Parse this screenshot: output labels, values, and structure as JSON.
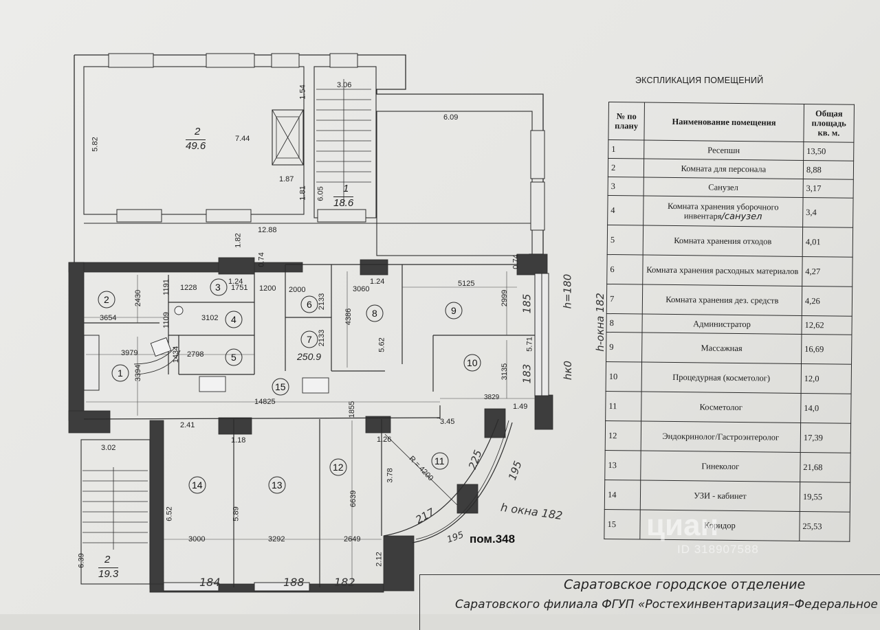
{
  "explication": {
    "title": "ЭКСПЛИКАЦИЯ ПОМЕЩЕНИЙ",
    "headers": [
      "№ по плану",
      "Наименование помещения",
      "Общая площадь кв. м."
    ],
    "rows": [
      {
        "num": "1",
        "name": "Ресепшн",
        "area": "13,50"
      },
      {
        "num": "2",
        "name": "Комната для персонала",
        "area": "8,88"
      },
      {
        "num": "3",
        "name": "Санузел",
        "area": "3,17"
      },
      {
        "num": "4",
        "name": "Комната хранения уборочного инвентаря",
        "area": "3,4"
      },
      {
        "num": "5",
        "name": "Комната хранения отходов",
        "area": "4,01"
      },
      {
        "num": "6",
        "name": "Комната хранения расходных материалов",
        "area": "4,27"
      },
      {
        "num": "7",
        "name": "Комната хранения дез. средств",
        "area": "4,26"
      },
      {
        "num": "8",
        "name": "Администратор",
        "area": "12,62"
      },
      {
        "num": "9",
        "name": "Массажная",
        "area": "16,69"
      },
      {
        "num": "10",
        "name": "Процедурная (косметолог)",
        "area": "12,0"
      },
      {
        "num": "11",
        "name": "Косметолог",
        "area": "14,0"
      },
      {
        "num": "12",
        "name": "Эндокринолог/Гастроэнтеролог",
        "area": "17,39"
      },
      {
        "num": "13",
        "name": "Гинеколог",
        "area": "21,68"
      },
      {
        "num": "14",
        "name": "УЗИ - кабинет",
        "area": "19,55"
      },
      {
        "num": "15",
        "name": "Коридор",
        "area": "25,53"
      }
    ],
    "handwritten_note": "/санузел"
  },
  "plan": {
    "premises_label": "пом.348",
    "upper_rooms": {
      "r2_label": "2",
      "r2_area": "49.6",
      "r2_width": "7.44",
      "r2_height": "5.82",
      "r1_label": "1",
      "r1_area": "18.6",
      "stair_width": "3.06",
      "stair_side": "1.54",
      "lift_w": "1.87",
      "lift_h": "1.81",
      "stair_len": "6.05",
      "right_width": "6.09",
      "corridor_len": "12.88",
      "corridor_w": "1.82"
    },
    "stair_bottom": {
      "label": "2",
      "area": "19.3",
      "dim_w": "3.02",
      "dim_h": "6.39"
    },
    "rooms": [
      {
        "id": "1",
        "dim_a": "3979",
        "dim_b": "3394"
      },
      {
        "id": "2",
        "dim_a": "3654",
        "dim_b": "2430"
      },
      {
        "id": "3",
        "dim_a": "1751",
        "dim_b": "1.24"
      },
      {
        "id": "4",
        "dim_a": "3102",
        "dim_b": "1109"
      },
      {
        "id": "5",
        "dim_a": "2798",
        "dim_b": "1434"
      },
      {
        "id": "6",
        "dim_a": "2000",
        "dim_b": "2133"
      },
      {
        "id": "7",
        "dim_a": "250.9",
        "dim_b": "2133"
      },
      {
        "id": "8",
        "dim_a": "3060",
        "dim_b": "4386"
      },
      {
        "id": "9",
        "dim_a": "5125",
        "dim_b": "2999"
      },
      {
        "id": "10",
        "dim_a": "3829",
        "dim_b": "3135"
      },
      {
        "id": "11",
        "dim_a": "R = 4200",
        "dim_b": "3.78"
      },
      {
        "id": "12",
        "dim_a": "2649",
        "dim_b": "6639"
      },
      {
        "id": "13",
        "dim_a": "3292",
        "dim_b": "5.89"
      },
      {
        "id": "14",
        "dim_a": "3000",
        "dim_b": "6.52"
      },
      {
        "id": "15",
        "dim_a": "14825",
        "dim_b": "1855"
      }
    ],
    "misc_dims": {
      "d1228": "1228",
      "d1191": "1191",
      "d1200": "1200",
      "d074a": "0.74",
      "d124b": "1.24",
      "d074b": "0.74",
      "d562": "5.62",
      "d571": "5.71",
      "d149": "1.49",
      "d345": "3.45",
      "d241": "2.41",
      "d118": "1.18",
      "d126": "1.26",
      "d212": "2.12",
      "d302": "3.02"
    },
    "handwritten": {
      "h180": "h=180",
      "h_window": "h-окна 182",
      "h185": "185",
      "hk0": "hк0",
      "h183": "183",
      "w225": "225",
      "w195": "195",
      "w217": "217",
      "w195b": "195",
      "h_window2": "h окна 182",
      "w184": "184",
      "w188": "188",
      "w182": "182"
    }
  },
  "stamp": {
    "line1": "Саратовское городское отделение",
    "line2": "Саратовского филиала ФГУП «Ростехинвентаризация–Федеральное БТИ"
  },
  "watermark": {
    "brand": "циан",
    "id": "ID 318907588"
  }
}
